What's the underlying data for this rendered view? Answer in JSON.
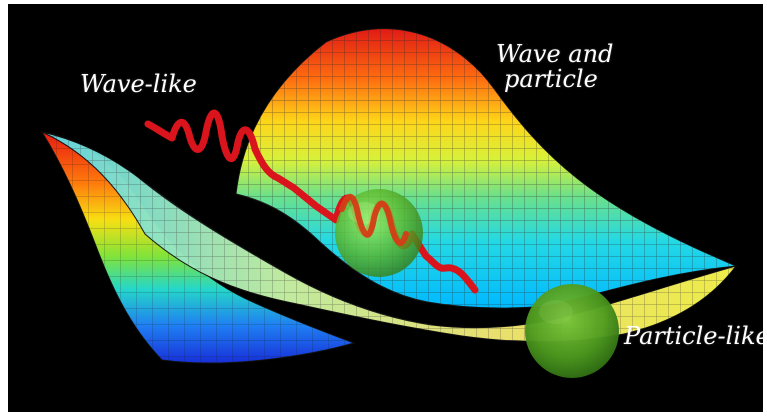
{
  "labels": {
    "wave_like": "Wave-like",
    "wave_and": "Wave and",
    "particle": "particle",
    "particle_like": "Particle-like"
  },
  "colors": {
    "background": "#000000",
    "wave_line": "#d9141c",
    "sphere": "#6bd12a",
    "grid": "#1a1a1a"
  }
}
